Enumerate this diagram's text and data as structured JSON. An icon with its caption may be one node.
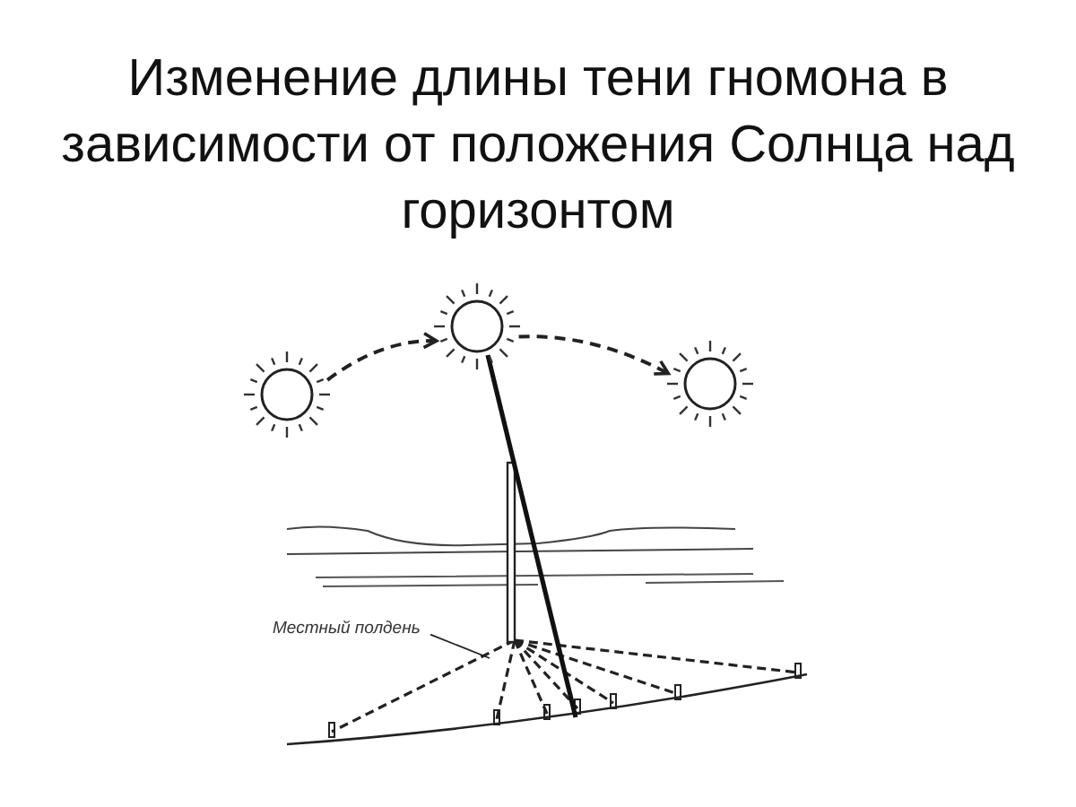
{
  "diagram": {
    "title": "Изменение длины тени гномона в зависимости от положения Солнца над горизонтом",
    "nodes": [
      {
        "text": [],
        "shape": "circle"
      },
      {
        "text": [],
        "shape": "circle"
      },
      {
        "text": [],
        "shape": "circle"
      },
      {
        "text": [
          "Местный полдень"
        ]
      }
    ],
    "edges": [
      {
        "from": 0,
        "to": 1,
        "arrow": "to",
        "style": "dashed"
      },
      {
        "from": 1,
        "to": 2,
        "arrow": "to",
        "style": "dashed"
      },
      {
        "from": 3,
        "to": null,
        "arrow": "none"
      }
    ]
  }
}
